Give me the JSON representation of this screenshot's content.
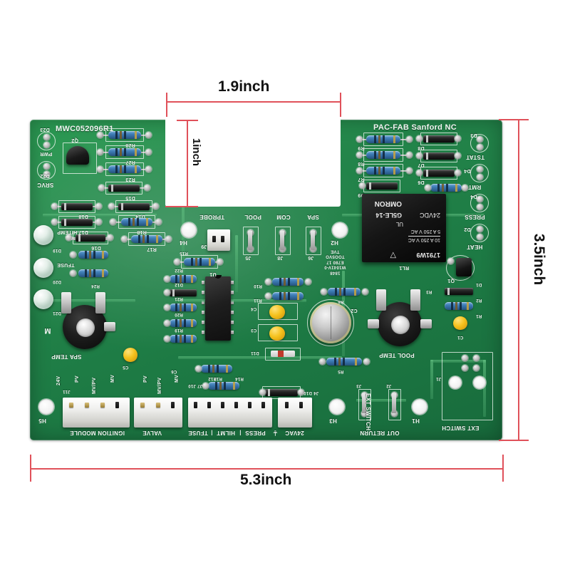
{
  "image": {
    "subject": "pool-spa heater control circuit board with dimension callouts",
    "background_color": "#ffffff"
  },
  "dimensions": {
    "accent_color": "#e0515a",
    "top_width": "1.9inch",
    "notch_height": "1inch",
    "right_height": "3.5inch",
    "bottom_width": "5.3inch"
  },
  "board": {
    "color": "#1d7a44",
    "part_number": "MWC052096R1",
    "manufacturer": "PAC-FAB  Sanford NC"
  },
  "silkscreen": {
    "top_left": [
      {
        "label": "D23"
      },
      {
        "label": "D22"
      },
      {
        "label": "PWR"
      },
      {
        "label": "SRVC"
      },
      {
        "label": "Q2"
      },
      {
        "label": "R28"
      },
      {
        "label": "R27"
      },
      {
        "label": "R23"
      },
      {
        "label": "D15"
      },
      {
        "label": "D14"
      },
      {
        "label": "D18"
      },
      {
        "label": "D17"
      },
      {
        "label": "D16"
      },
      {
        "label": "R18"
      },
      {
        "label": "R17"
      }
    ],
    "left_column": [
      {
        "label": "HITEMP"
      },
      {
        "label": "TFUSE"
      },
      {
        "label": "PV"
      },
      {
        "label": "D19"
      },
      {
        "label": "D20"
      },
      {
        "label": "D21"
      },
      {
        "label": "R24"
      },
      {
        "label": "M"
      },
      {
        "label": "SPA TEMP"
      },
      {
        "label": "H5"
      },
      {
        "label": "J11"
      },
      {
        "label": "C5"
      },
      {
        "label": "C6"
      }
    ],
    "center": [
      {
        "label": "TPROBE"
      },
      {
        "label": "POOL"
      },
      {
        "label": "COM"
      },
      {
        "label": "SPA"
      },
      {
        "label": "J9"
      },
      {
        "label": "J5"
      },
      {
        "label": "J8"
      },
      {
        "label": "J6"
      },
      {
        "label": "H4"
      },
      {
        "label": "H2"
      },
      {
        "label": "R15"
      },
      {
        "label": "R22"
      },
      {
        "label": "R21"
      },
      {
        "label": "R20"
      },
      {
        "label": "R19"
      },
      {
        "label": "D12"
      },
      {
        "label": "U1"
      },
      {
        "label": "R10"
      },
      {
        "label": "R11"
      },
      {
        "label": "C4"
      },
      {
        "label": "C3"
      },
      {
        "label": "D11"
      },
      {
        "label": "R12"
      },
      {
        "label": "R13"
      },
      {
        "label": "R14"
      },
      {
        "label": "D10"
      },
      {
        "label": "J7 J10"
      },
      {
        "label": "J4"
      },
      {
        "label": "H3"
      }
    ],
    "top_right": [
      {
        "label": "R9"
      },
      {
        "label": "R8"
      },
      {
        "label": "R7"
      },
      {
        "label": "D9"
      },
      {
        "label": "D8"
      },
      {
        "label": "D7"
      },
      {
        "label": "D6"
      },
      {
        "label": "D5"
      },
      {
        "label": "D3"
      },
      {
        "label": "D4"
      },
      {
        "label": "D2"
      },
      {
        "label": "TSTAT"
      },
      {
        "label": "RMT"
      },
      {
        "label": "PRESS"
      },
      {
        "label": "HEAT"
      },
      {
        "label": "RL1"
      },
      {
        "label": "Q1"
      },
      {
        "label": "D1"
      },
      {
        "label": "R2"
      },
      {
        "label": "R1"
      },
      {
        "label": "R3"
      },
      {
        "label": "R6"
      },
      {
        "label": "R5"
      },
      {
        "label": "C2"
      },
      {
        "label": "C1"
      },
      {
        "label": "POOL TEMP"
      }
    ],
    "bottom_labels": [
      {
        "label": "IGNITION MODULE"
      },
      {
        "label": "VALVE"
      },
      {
        "label": "TFUSE"
      },
      {
        "label": "HILMT"
      },
      {
        "label": "PRESS"
      },
      {
        "label": "24VAC"
      },
      {
        "label": "OUT RETURN"
      },
      {
        "label": "EXT SWITCH"
      }
    ],
    "connector_pins": [
      {
        "label": "24V"
      },
      {
        "label": "PV"
      },
      {
        "label": "MV/PV"
      },
      {
        "label": "MV"
      },
      {
        "label": "PV"
      },
      {
        "label": "MV/PV"
      },
      {
        "label": "MV"
      }
    ],
    "right_bottom": [
      {
        "label": "J3"
      },
      {
        "label": "J2"
      },
      {
        "label": "J1"
      },
      {
        "label": "H1"
      },
      {
        "label": "EXT SWITCH"
      },
      {
        "label": "OUT RETURN"
      },
      {
        "label": "EXT SWITCH"
      }
    ]
  },
  "relay": {
    "brand": "OMRON",
    "model": "G5LE-14",
    "coil": "24VDC",
    "rating_1": "10 A 250 V AC",
    "rating_2": "5 A 250 V AC",
    "lot_code": "1791W9",
    "cert": "UL",
    "designator": "RL1"
  },
  "transformer_marking": {
    "line1": "TVE",
    "line2": "TOO5VO",
    "line3": "E780 17",
    "line4": "W1041V-0",
    "line5": "1848"
  }
}
